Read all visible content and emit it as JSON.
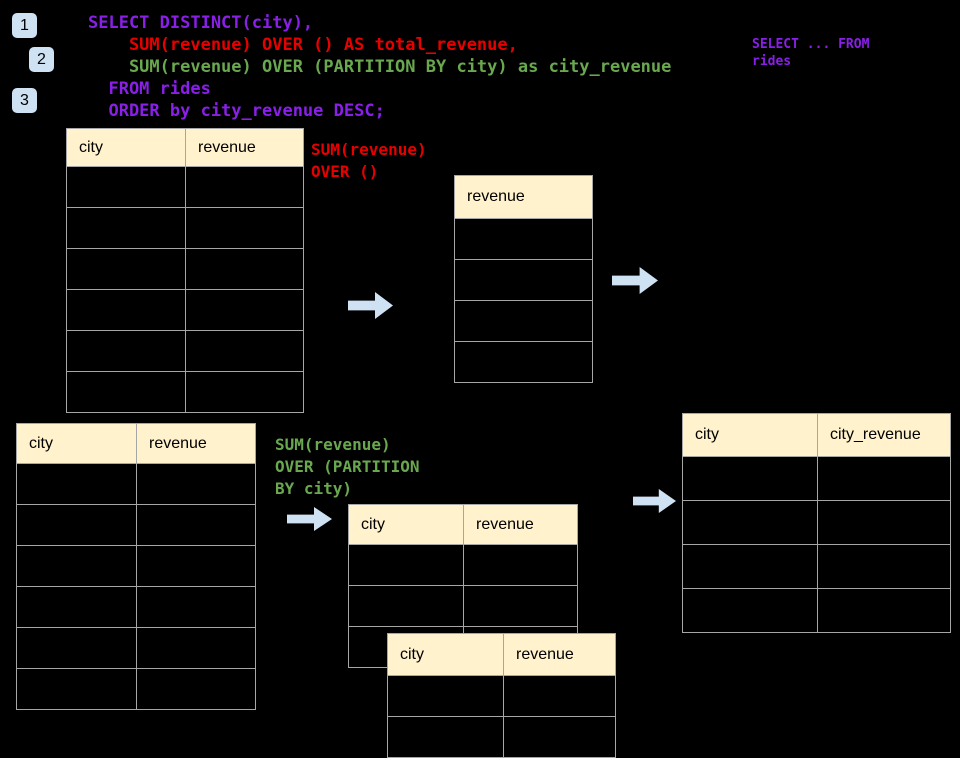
{
  "colors": {
    "purple": "#8a1fe8",
    "red": "#e60000",
    "green": "#6aa84f",
    "arrow_blue": "#cfe2f3",
    "header_cream": "#fff2cc",
    "background": "#000000"
  },
  "badges": [
    {
      "label": "1"
    },
    {
      "label": "2"
    },
    {
      "label": "3"
    }
  ],
  "sql_code": {
    "lines": [
      {
        "text": "SELECT DISTINCT(city),",
        "color": "purple"
      },
      {
        "text": "    SUM(revenue) OVER () AS total_revenue,",
        "color": "red"
      },
      {
        "text": "    SUM(revenue) OVER (PARTITION BY city) as city_revenue",
        "color": "green"
      },
      {
        "text": "  FROM rides",
        "color": "purple"
      },
      {
        "text": "  ORDER by city_revenue DESC;",
        "color": "purple"
      }
    ]
  },
  "side_note": {
    "color": "purple",
    "lines": [
      "SELECT ... FROM",
      "rides"
    ]
  },
  "labels": {
    "total_label": {
      "color": "red",
      "lines": [
        "SUM(revenue)",
        "OVER ()"
      ]
    },
    "partition_label": {
      "color": "green",
      "lines": [
        "SUM(revenue)",
        "OVER (PARTITION",
        "BY city)"
      ]
    }
  },
  "tables": {
    "source_top": {
      "columns": [
        "city",
        "revenue"
      ],
      "empty_rows": 6
    },
    "total_revenue_result": {
      "columns": [
        "revenue"
      ],
      "empty_rows": 4
    },
    "source_bottom": {
      "columns": [
        "city",
        "revenue"
      ],
      "empty_rows": 6
    },
    "partition_first": {
      "columns": [
        "city",
        "revenue"
      ],
      "empty_rows": 3
    },
    "partition_second": {
      "columns": [
        "city",
        "revenue"
      ],
      "empty_rows": 2
    },
    "final_result": {
      "columns": [
        "city",
        "city_revenue"
      ],
      "empty_rows": 4
    }
  }
}
